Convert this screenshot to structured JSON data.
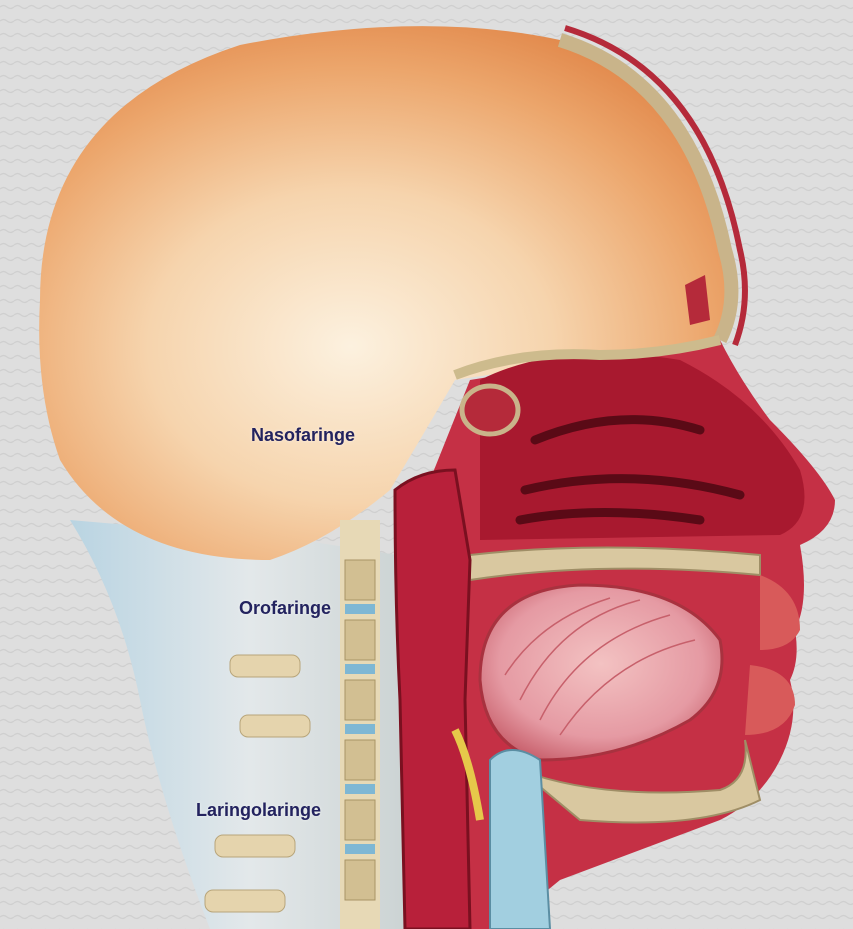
{
  "labels": {
    "nasofaringe": "Nasofaringe",
    "orofaringe": "Orofaringe",
    "laringolaringe": "Laringolaringe"
  },
  "colors": {
    "background": "#dcdcdc",
    "skin_light": "#fbe7cc",
    "skin_orange": "#e99a5b",
    "muscle_red": "#b8203a",
    "bone": "#d9c8a0",
    "tongue_pink": "#e8a0a8",
    "label_text": "#23235f"
  }
}
